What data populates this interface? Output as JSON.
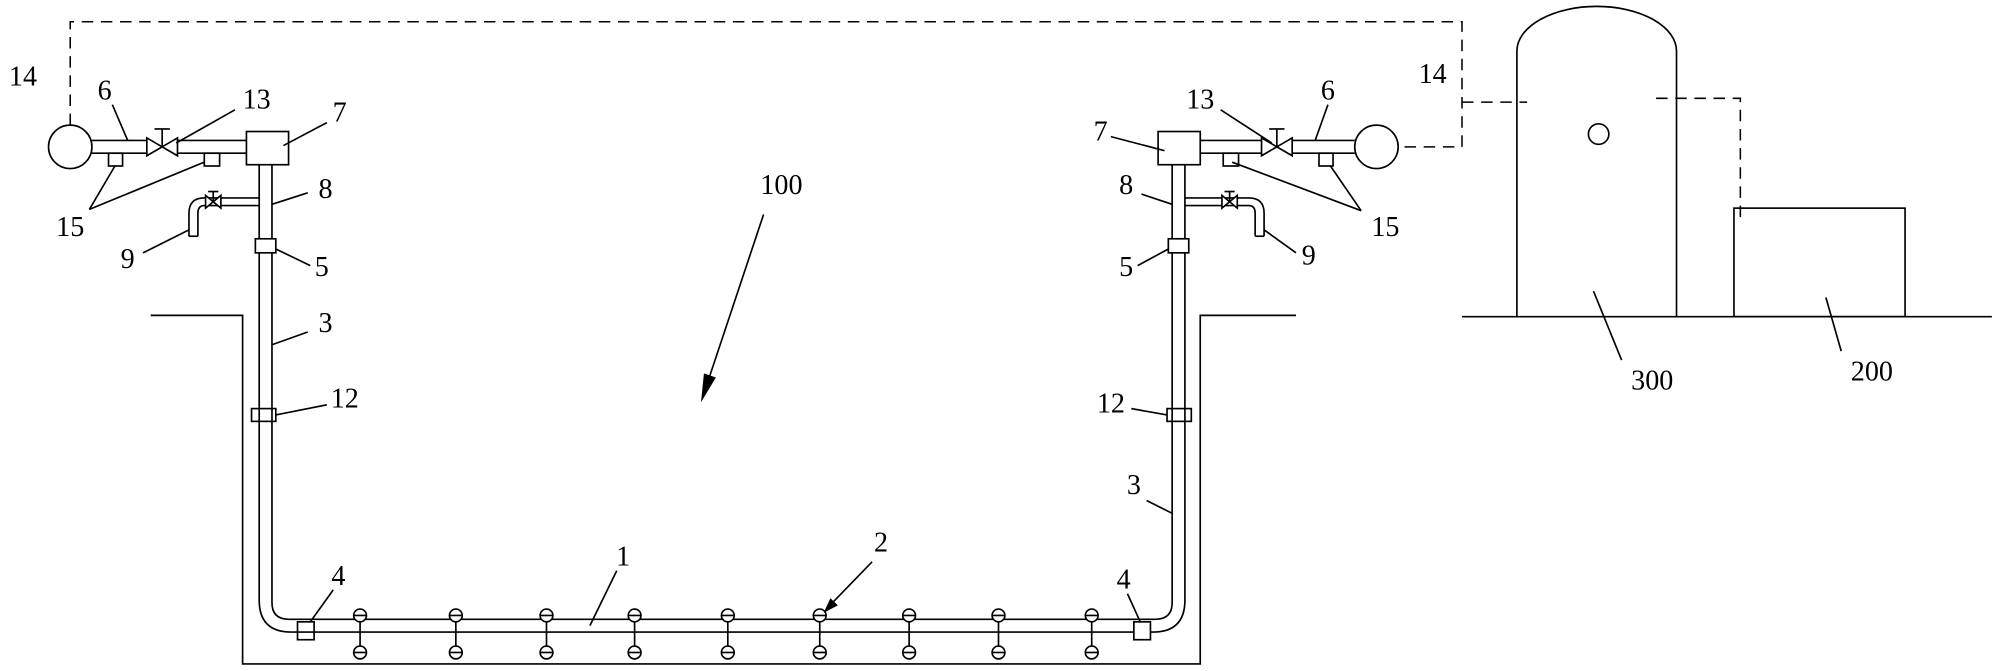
{
  "colors": {
    "line": "#000000",
    "background": "#ffffff"
  },
  "labels": {
    "system": "100",
    "bottom_pipe": "1",
    "support": "2",
    "tank": "300",
    "unit": "200",
    "left": {
      "circle": "14",
      "pipe_upper": "6",
      "valve": "13",
      "junction_box": "7",
      "sensors": "15",
      "branch": "9",
      "riser_top": "8",
      "coupling": "5",
      "riser": "3",
      "joint": "12",
      "elbow": "4"
    },
    "right": {
      "circle": "14",
      "pipe_upper": "6",
      "valve": "13",
      "junction_box": "7",
      "sensors": "15",
      "branch": "9",
      "riser_top": "8",
      "coupling": "5",
      "riser": "3",
      "joint": "12",
      "elbow": "4"
    }
  }
}
